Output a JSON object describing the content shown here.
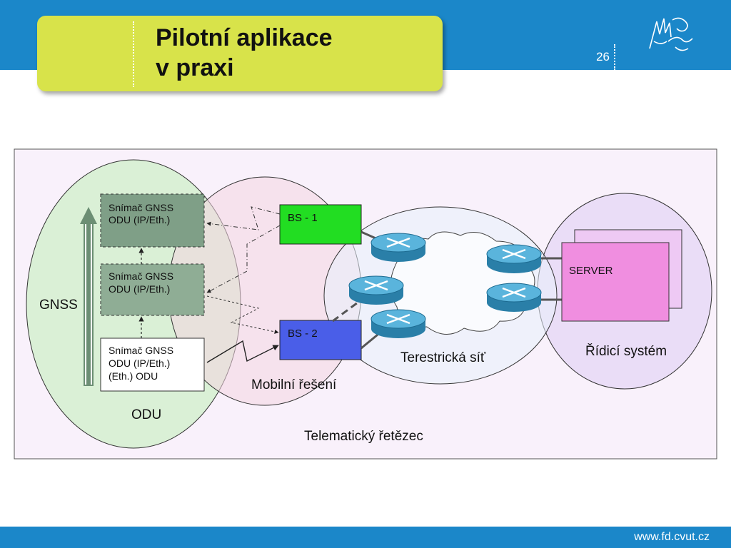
{
  "slide": {
    "title_line1": "Pilotní aplikace",
    "title_line2": "v praxi",
    "page_number": "26",
    "footer_url": "www.fd.cvut.cz"
  },
  "diagram": {
    "gnss_label": "GNSS",
    "odu_label": "ODU",
    "sensor_top": {
      "line1": "Snímač GNSS",
      "line2": "ODU (IP/Eth.)"
    },
    "sensor_mid": {
      "line1": "Snímač GNSS",
      "line2": "ODU (IP/Eth.)"
    },
    "sensor_bottom": {
      "line1": "Snímač GNSS",
      "line2": "ODU (IP/Eth.)",
      "line3": "(Eth.) ODU"
    },
    "bs1_label": "BS - 1",
    "bs2_label": "BS - 2",
    "mobile_label": "Mobilní řešení",
    "terrestrial_label": "Terestrická síť",
    "server_label": "SERVER",
    "control_label": "Řídicí systém",
    "chain_label": "Telematický řetězec",
    "colors": {
      "brand_blue": "#1b87c9",
      "title_yellow": "#d8e34a",
      "gnss_green": "#d6f0d2",
      "mobile_pink": "#f7dde6",
      "terrestrial_blue": "#e8f1fb",
      "control_purple": "#e8d9f6",
      "bs1_green": "#22dd22",
      "bs2_blue": "#4a5ee8",
      "server_pink": "#f08ee0",
      "router_teal": "#3aa0c8"
    }
  }
}
